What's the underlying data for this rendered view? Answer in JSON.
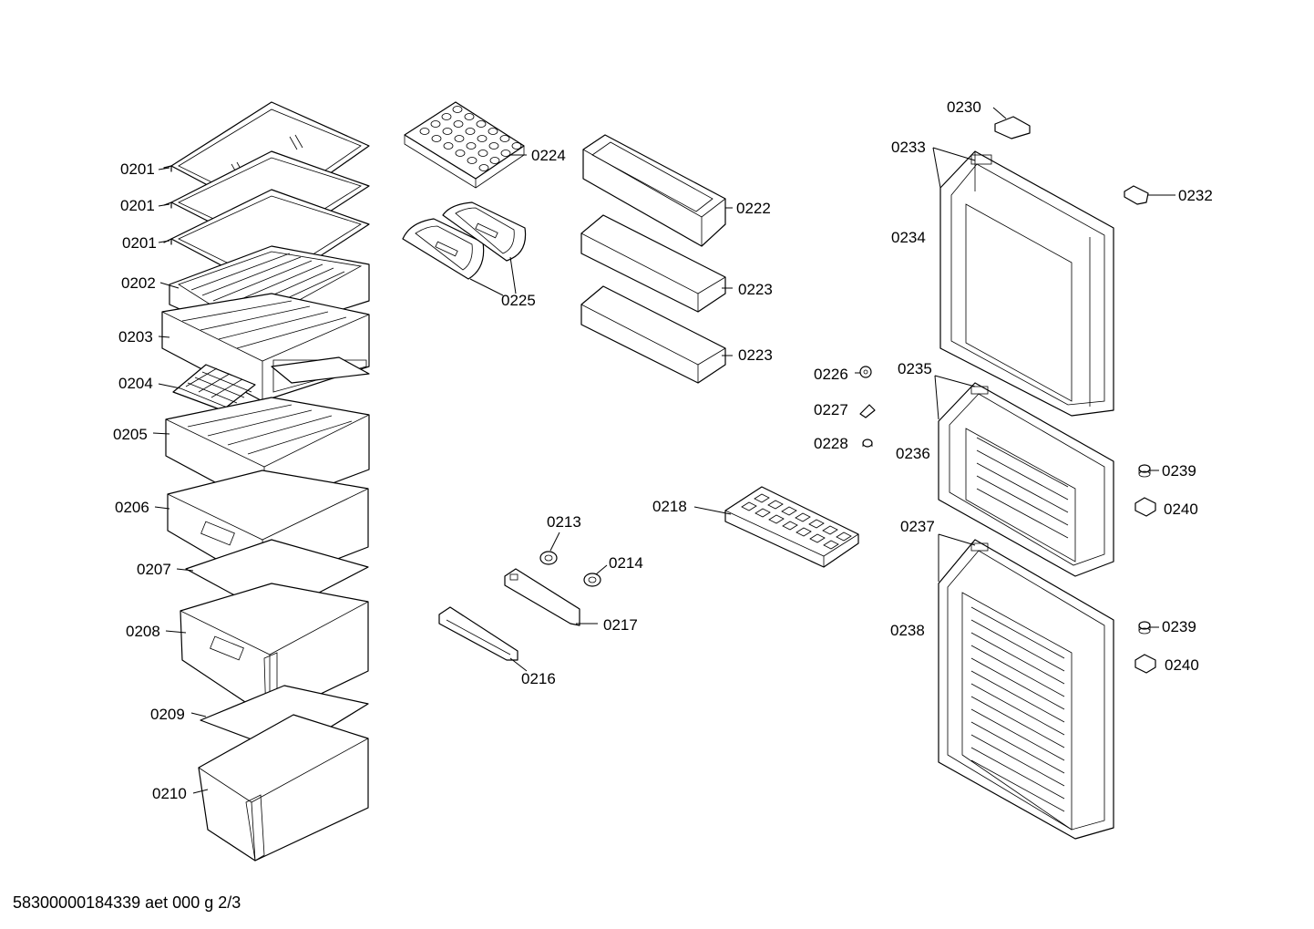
{
  "labels": {
    "l0201a": "0201",
    "l0201b": "0201",
    "l0201c": "0201",
    "l0202": "0202",
    "l0203": "0203",
    "l0204": "0204",
    "l0205": "0205",
    "l0206": "0206",
    "l0207": "0207",
    "l0208": "0208",
    "l0209": "0209",
    "l0210": "0210",
    "l0213": "0213",
    "l0214": "0214",
    "l0216": "0216",
    "l0217": "0217",
    "l0218": "0218",
    "l0222": "0222",
    "l0223a": "0223",
    "l0223b": "0223",
    "l0224": "0224",
    "l0225": "0225",
    "l0226": "0226",
    "l0227": "0227",
    "l0228": "0228",
    "l0230": "0230",
    "l0232": "0232",
    "l0233": "0233",
    "l0234": "0234",
    "l0235": "0235",
    "l0236": "0236",
    "l0237": "0237",
    "l0238": "0238",
    "l0239a": "0239",
    "l0239b": "0239",
    "l0240a": "0240",
    "l0240b": "0240"
  },
  "footer": "58300000184339 aet 000 g 2/3"
}
